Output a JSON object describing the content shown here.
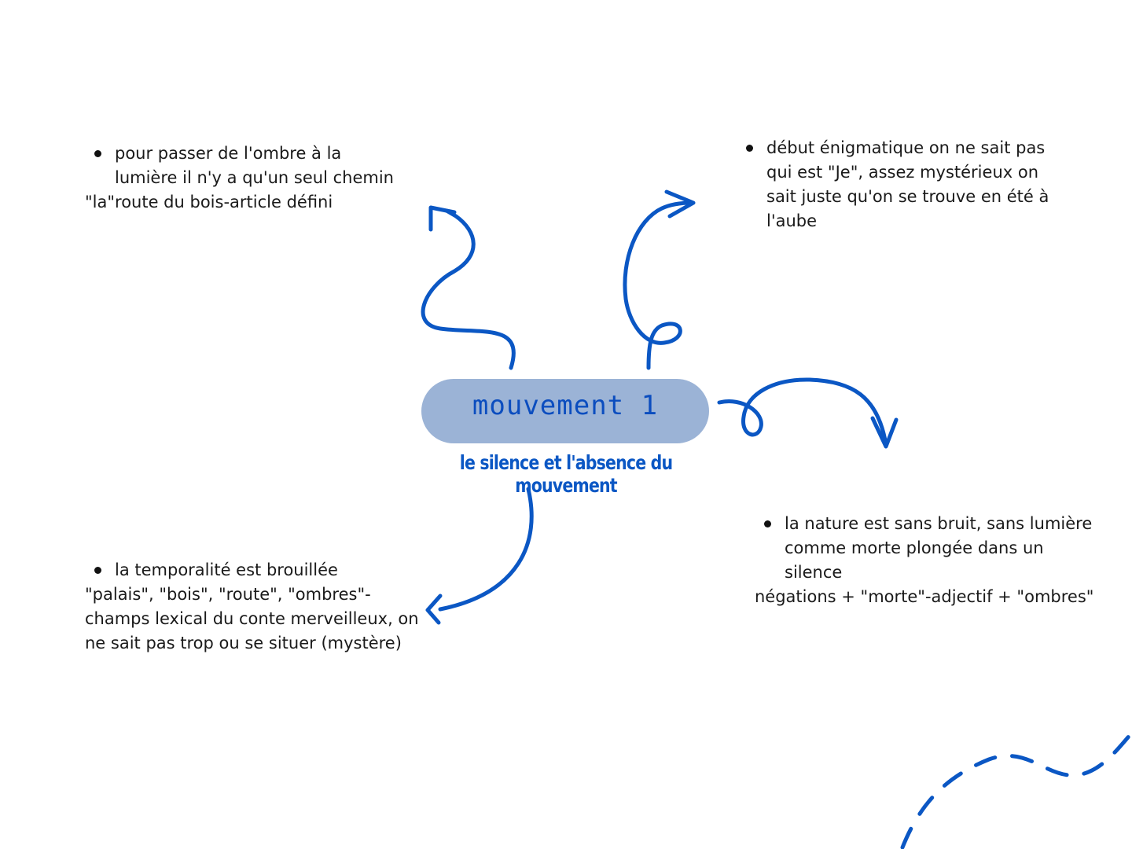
{
  "central": {
    "title": "mouvement 1",
    "subtitle": "le silence et l'absence du mouvement"
  },
  "notes": {
    "top_left": {
      "bullet": [
        "pour passer de l'ombre à la",
        "lumière il n'y a qu'un seul chemin"
      ],
      "tail": [
        "\"la\"route du bois-article défini"
      ]
    },
    "top_right": {
      "bullet": [
        "début énigmatique on ne sait pas",
        "qui est \"Je\", assez mystérieux on",
        "sait juste qu'on se trouve en été à",
        "l'aube"
      ],
      "tail": []
    },
    "bottom_left": {
      "bullet": [
        "la temporalité est brouillée"
      ],
      "tail": [
        "\"palais\", \"bois\", \"route\", \"ombres\"-",
        "champs lexical du conte merveilleux, on",
        "ne sait pas trop ou se situer (mystère)"
      ]
    },
    "bottom_right": {
      "bullet": [
        "la nature est sans bruit, sans lumière",
        "comme morte plongée dans un",
        "silence"
      ],
      "tail": [
        "négations + \"morte\"-adjectif + \"ombres\""
      ]
    }
  },
  "colors": {
    "accent": "#0b57c4",
    "pill": "#9bb3d6",
    "text": "#1a1a1a"
  },
  "decorations": [
    "squiggle-arrow-icon",
    "loop-arrow-icon",
    "curved-arrow-icon",
    "dashed-curve"
  ]
}
